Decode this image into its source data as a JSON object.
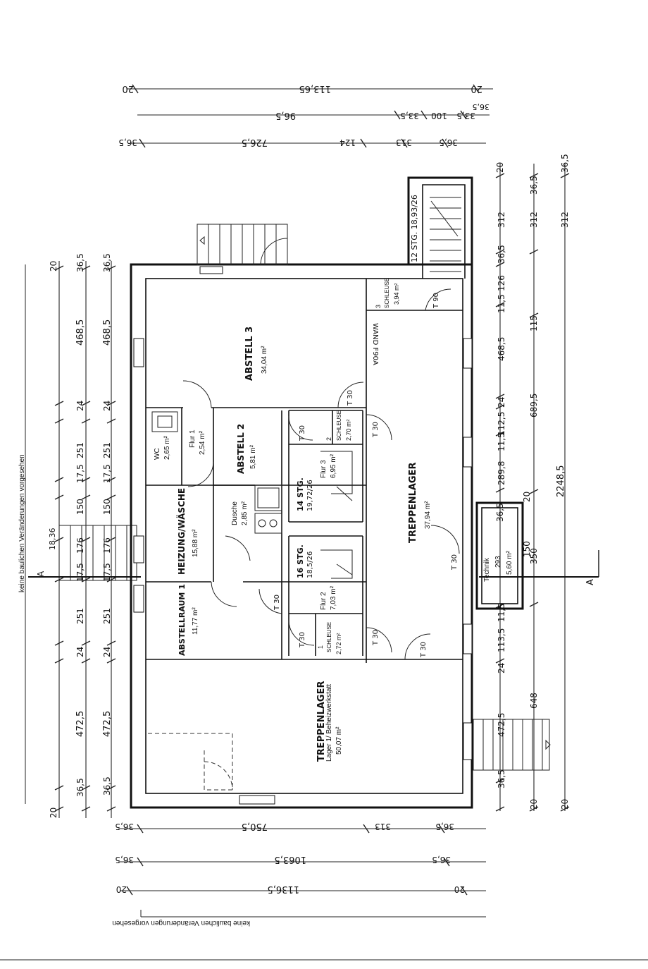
{
  "notes": {
    "left_vertical": "keine baulichen Veränderungen vorgesehen",
    "bottom": "keine baulichen Veränderungen vorgesehen"
  },
  "section_marks": {
    "left": "A",
    "right": "A"
  },
  "rooms": [
    {
      "id": "abstell3",
      "name": "ABSTELL 3",
      "area": "34,04 m²"
    },
    {
      "id": "treppenlager",
      "name": "TREPPENLAGER",
      "area": "37,94 m²"
    },
    {
      "id": "lager",
      "name": "Lager 1/\nBeheizwerkstatt",
      "name_overlay": "TREPPENLAGER",
      "area": "50,07 m²"
    },
    {
      "id": "abstellraum1",
      "name": "ABSTELLRAUM 1",
      "area": "11,77 m²"
    },
    {
      "id": "heizung",
      "name": "HEIZUNG/WÄSCHE",
      "area": "15,88 m²"
    },
    {
      "id": "abstell2",
      "name": "ABSTELL 2",
      "area": "5,81 m²"
    },
    {
      "id": "flur1",
      "name": "Flur 1",
      "area": "2,54 m²"
    },
    {
      "id": "wc",
      "name": "WC",
      "area": "2,65 m²"
    },
    {
      "id": "dusche",
      "name": "Dusche",
      "area": "2,85 m²"
    },
    {
      "id": "flur3",
      "name": "Flur 3",
      "area": "6,95 m²"
    },
    {
      "id": "flur2",
      "name": "Flur 2",
      "area": "7,03 m²"
    },
    {
      "id": "schleuse1",
      "name": "SCHLEUSE",
      "num": "1",
      "area": "2,72 m²"
    },
    {
      "id": "schleuse2",
      "name": "SCHLEUSE",
      "num": "2",
      "area": "2,70 m²"
    },
    {
      "id": "schleuse3",
      "name": "SCHLEUSE",
      "num": "3",
      "area": "3,94 m²"
    },
    {
      "id": "technik",
      "name": "Technik",
      "dim": "293",
      "area": "5,60 m²"
    }
  ],
  "labels": {
    "wand": "WAND F90A",
    "stair_top": "12 STG. 18,93/26",
    "stair_a": "14 STG.",
    "stair_a_dim": "19,72/26",
    "stair_b": "16 STG.",
    "stair_b_dim": "18,5/26",
    "t90": "T 90",
    "t30": "T 30",
    "left_stair_dim": "18,36"
  },
  "dims": {
    "top1": [
      "20",
      "113,65",
      "20"
    ],
    "top2": [
      "96,5",
      "33,5",
      "100",
      "33,5",
      "36,5"
    ],
    "top3": [
      "36,5",
      "726,5",
      "124",
      "313",
      "36,5"
    ],
    "left_outer": [
      "20",
      "36,5",
      "472,5",
      "24",
      "251",
      "17,5",
      "176",
      "150",
      "17,5",
      "251",
      "24",
      "468,5",
      "36,5",
      "20"
    ],
    "left_inner": [
      "36,5",
      "472,5",
      "24",
      "251",
      "17,5",
      "176",
      "150",
      "17,5",
      "251",
      "24",
      "468,5",
      "36,5"
    ],
    "right1": [
      "20",
      "36,5",
      "312",
      "36,5",
      "126",
      "11,5",
      "468,5",
      "24",
      "112,5",
      "11,5",
      "289,8",
      "36,5",
      "150",
      "20",
      "11,5",
      "113,5",
      "24",
      "472,5",
      "36,5",
      "20"
    ],
    "right2": [
      "312",
      "115",
      "689,5",
      "350",
      "648"
    ],
    "right_total": "2248,5",
    "bottom1": [
      "36,5",
      "750,5",
      "313",
      "36,5"
    ],
    "bottom2": [
      "36,5",
      "1063,5",
      "36,5"
    ],
    "bottom3": [
      "20",
      "1136,5",
      "20"
    ]
  }
}
